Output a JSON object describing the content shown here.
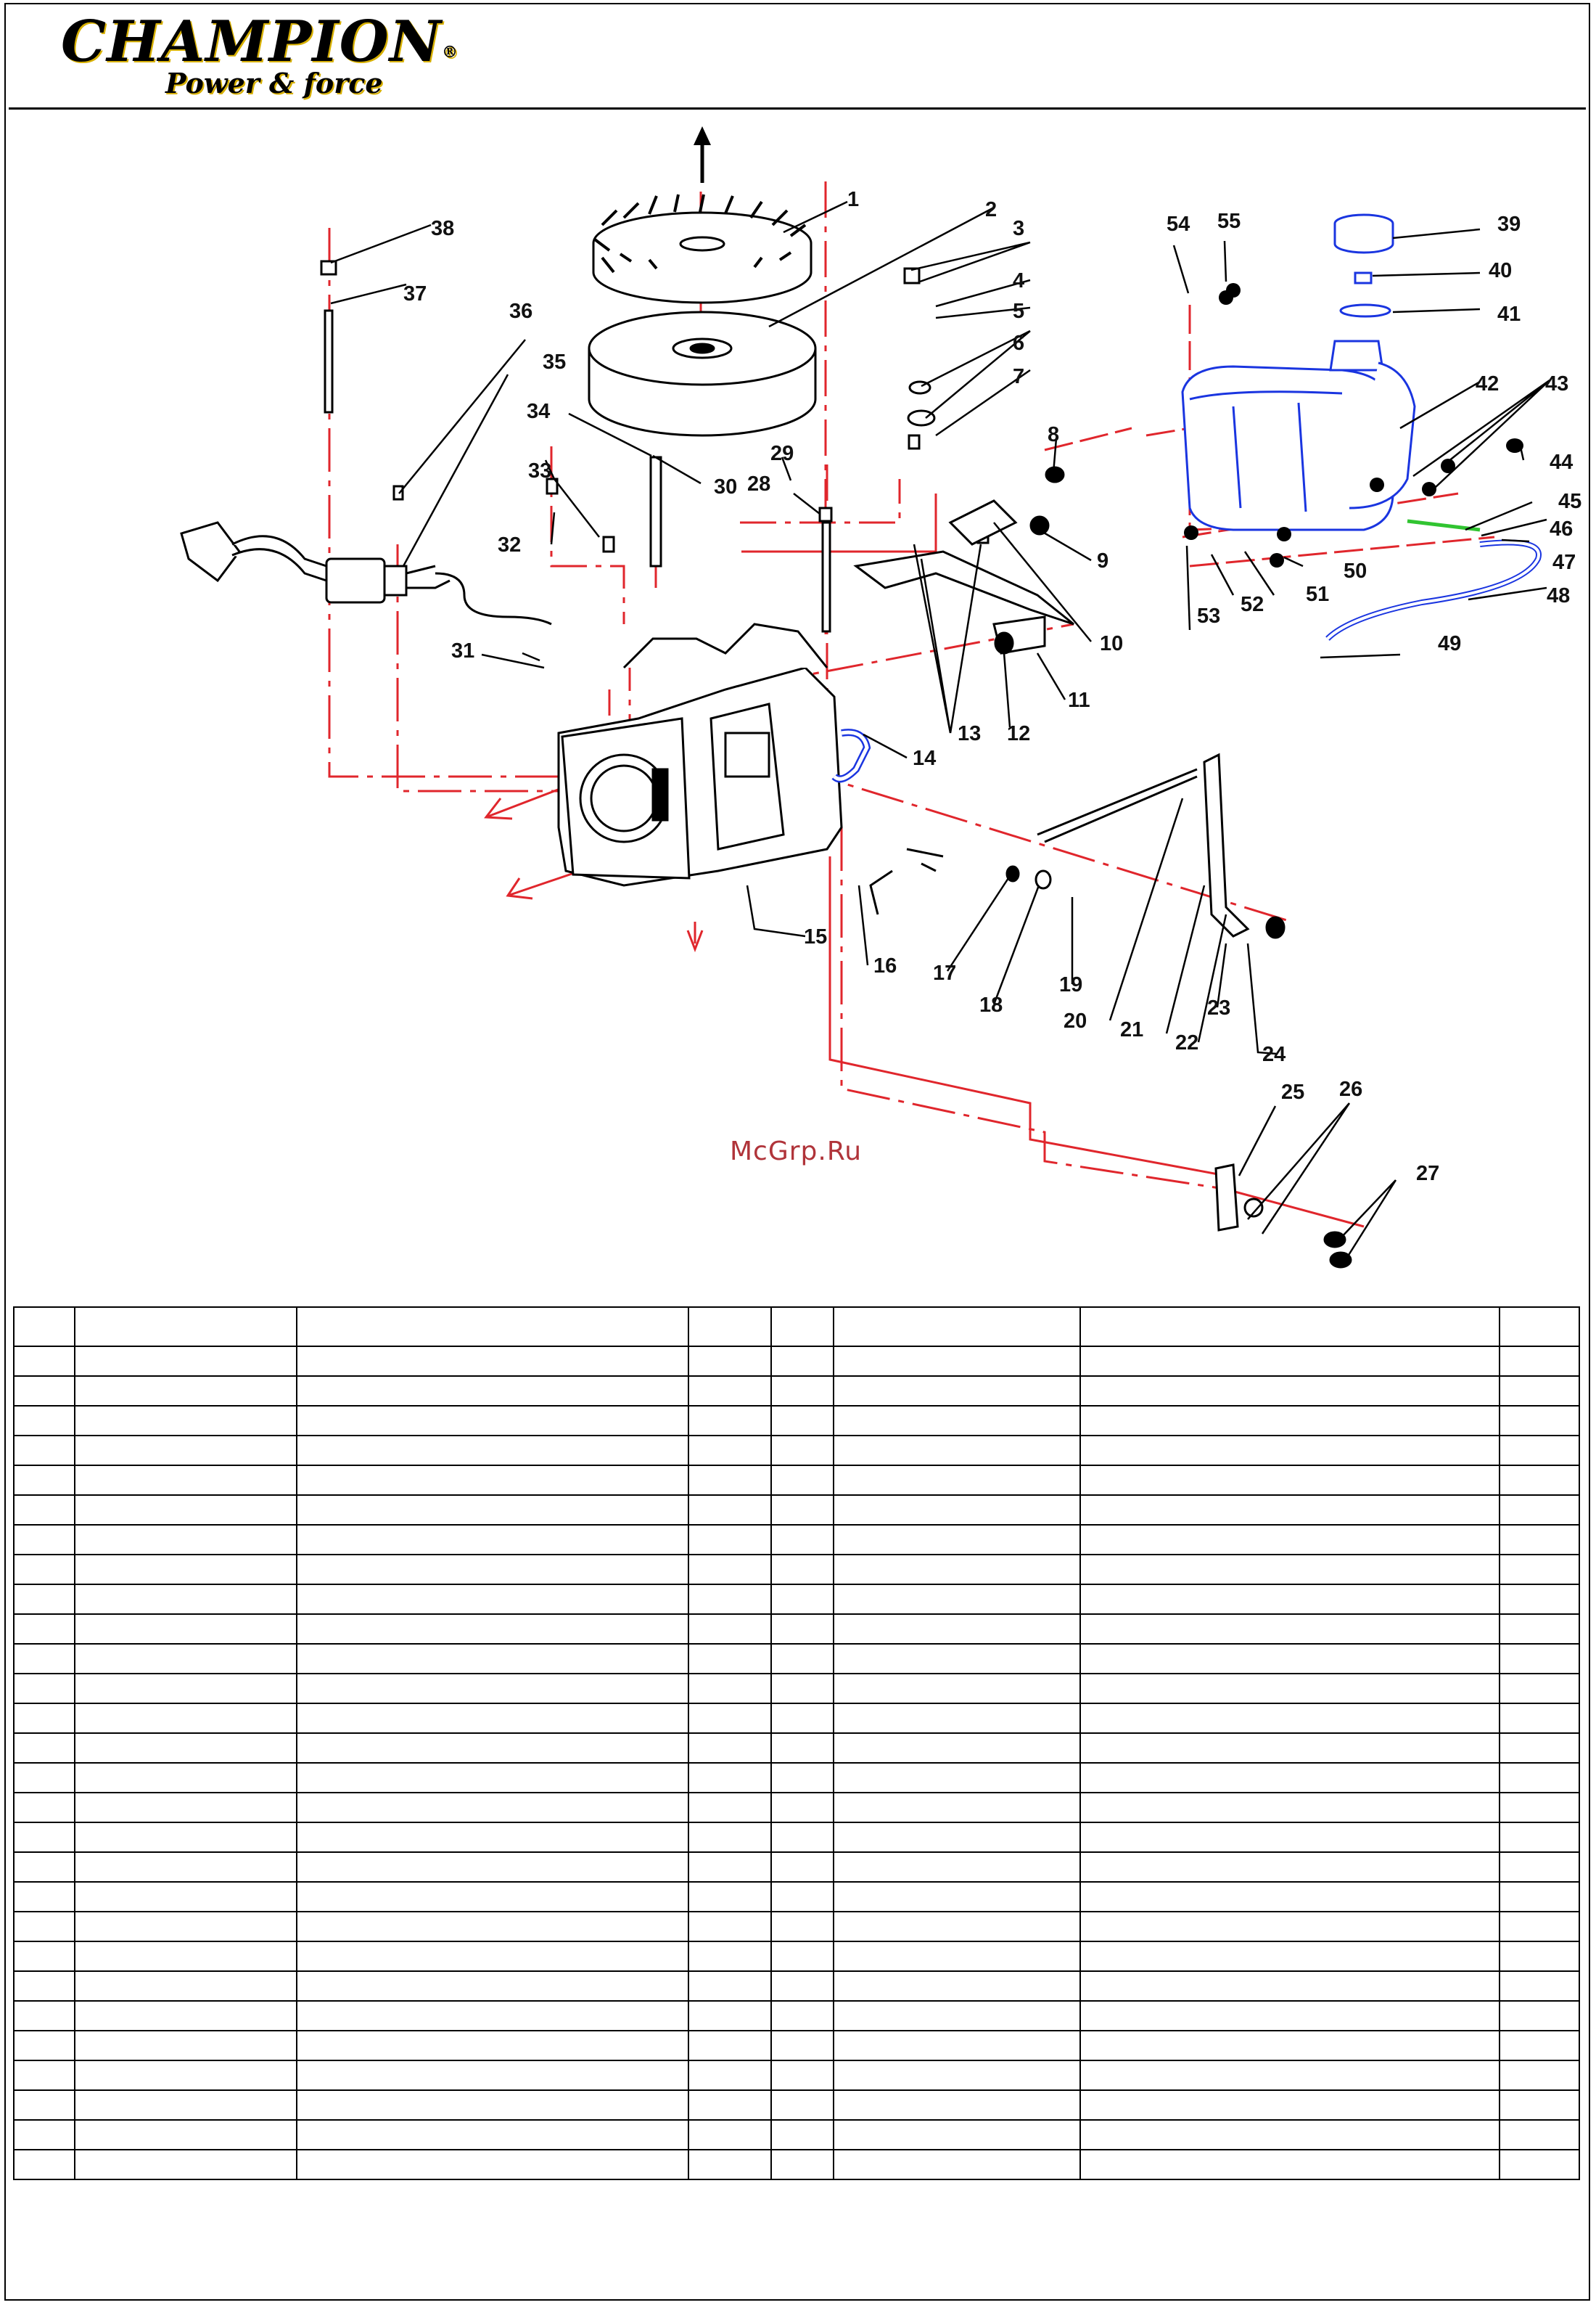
{
  "header": {
    "brand": "CHAMPION",
    "registered_mark": "®",
    "tagline": "Power & force"
  },
  "watermark": "McGrp.Ru",
  "diagram": {
    "colors": {
      "centerline": "#e0262c",
      "part_stroke": "#000000",
      "fuel_tank": "#1a35e0",
      "fuel_line_green": "#31c431",
      "callout_text": "#111111"
    },
    "callouts": [
      "1",
      "2",
      "3",
      "4",
      "5",
      "6",
      "7",
      "8",
      "9",
      "10",
      "11",
      "12",
      "13",
      "14",
      "15",
      "16",
      "17",
      "18",
      "19",
      "20",
      "21",
      "22",
      "23",
      "24",
      "25",
      "26",
      "27",
      "28",
      "29",
      "30",
      "31",
      "32",
      "33",
      "34",
      "35",
      "36",
      "37",
      "38",
      "39",
      "40",
      "41",
      "42",
      "43",
      "44",
      "45",
      "46",
      "47",
      "48",
      "49",
      "50",
      "51",
      "52",
      "53",
      "54",
      "55"
    ],
    "parts_icons": {
      "flywheel_fan": "flywheel-fan-icon",
      "flywheel": "flywheel-icon",
      "ignition_coil": "ignition-coil-icon",
      "spark_plug_cap": "spark-plug-cap-icon",
      "crankcase": "crankcase-icon",
      "fuel_tank": "fuel-tank-icon",
      "fuel_cap": "fuel-cap-icon",
      "governor_linkage": "governor-linkage-icon",
      "fuel_hose": "fuel-hose-icon"
    }
  },
  "parts_table": {
    "header": [
      "",
      "",
      "",
      "",
      "",
      "",
      "",
      ""
    ],
    "rows": [
      [
        "",
        "",
        "",
        "",
        "",
        "",
        "",
        ""
      ],
      [
        "",
        "",
        "",
        "",
        "",
        "",
        "",
        ""
      ],
      [
        "",
        "",
        "",
        "",
        "",
        "",
        "",
        ""
      ],
      [
        "",
        "",
        "",
        "",
        "",
        "",
        "",
        ""
      ],
      [
        "",
        "",
        "",
        "",
        "",
        "",
        "",
        ""
      ],
      [
        "",
        "",
        "",
        "",
        "",
        "",
        "",
        ""
      ],
      [
        "",
        "",
        "",
        "",
        "",
        "",
        "",
        ""
      ],
      [
        "",
        "",
        "",
        "",
        "",
        "",
        "",
        ""
      ],
      [
        "",
        "",
        "",
        "",
        "",
        "",
        "",
        ""
      ],
      [
        "",
        "",
        "",
        "",
        "",
        "",
        "",
        ""
      ],
      [
        "",
        "",
        "",
        "",
        "",
        "",
        "",
        ""
      ],
      [
        "",
        "",
        "",
        "",
        "",
        "",
        "",
        ""
      ],
      [
        "",
        "",
        "",
        "",
        "",
        "",
        "",
        ""
      ],
      [
        "",
        "",
        "",
        "",
        "",
        "",
        "",
        ""
      ],
      [
        "",
        "",
        "",
        "",
        "",
        "",
        "",
        ""
      ],
      [
        "",
        "",
        "",
        "",
        "",
        "",
        "",
        ""
      ],
      [
        "",
        "",
        "",
        "",
        "",
        "",
        "",
        ""
      ],
      [
        "",
        "",
        "",
        "",
        "",
        "",
        "",
        ""
      ],
      [
        "",
        "",
        "",
        "",
        "",
        "",
        "",
        ""
      ],
      [
        "",
        "",
        "",
        "",
        "",
        "",
        "",
        ""
      ],
      [
        "",
        "",
        "",
        "",
        "",
        "",
        "",
        ""
      ],
      [
        "",
        "",
        "",
        "",
        "",
        "",
        "",
        ""
      ],
      [
        "",
        "",
        "",
        "",
        "",
        "",
        "",
        ""
      ],
      [
        "",
        "",
        "",
        "",
        "",
        "",
        "",
        ""
      ],
      [
        "",
        "",
        "",
        "",
        "",
        "",
        "",
        ""
      ],
      [
        "",
        "",
        "",
        "",
        "",
        "",
        "",
        ""
      ],
      [
        "",
        "",
        "",
        "",
        "",
        "",
        "",
        ""
      ],
      [
        "",
        "",
        "",
        "",
        "",
        "",
        "",
        ""
      ]
    ]
  }
}
